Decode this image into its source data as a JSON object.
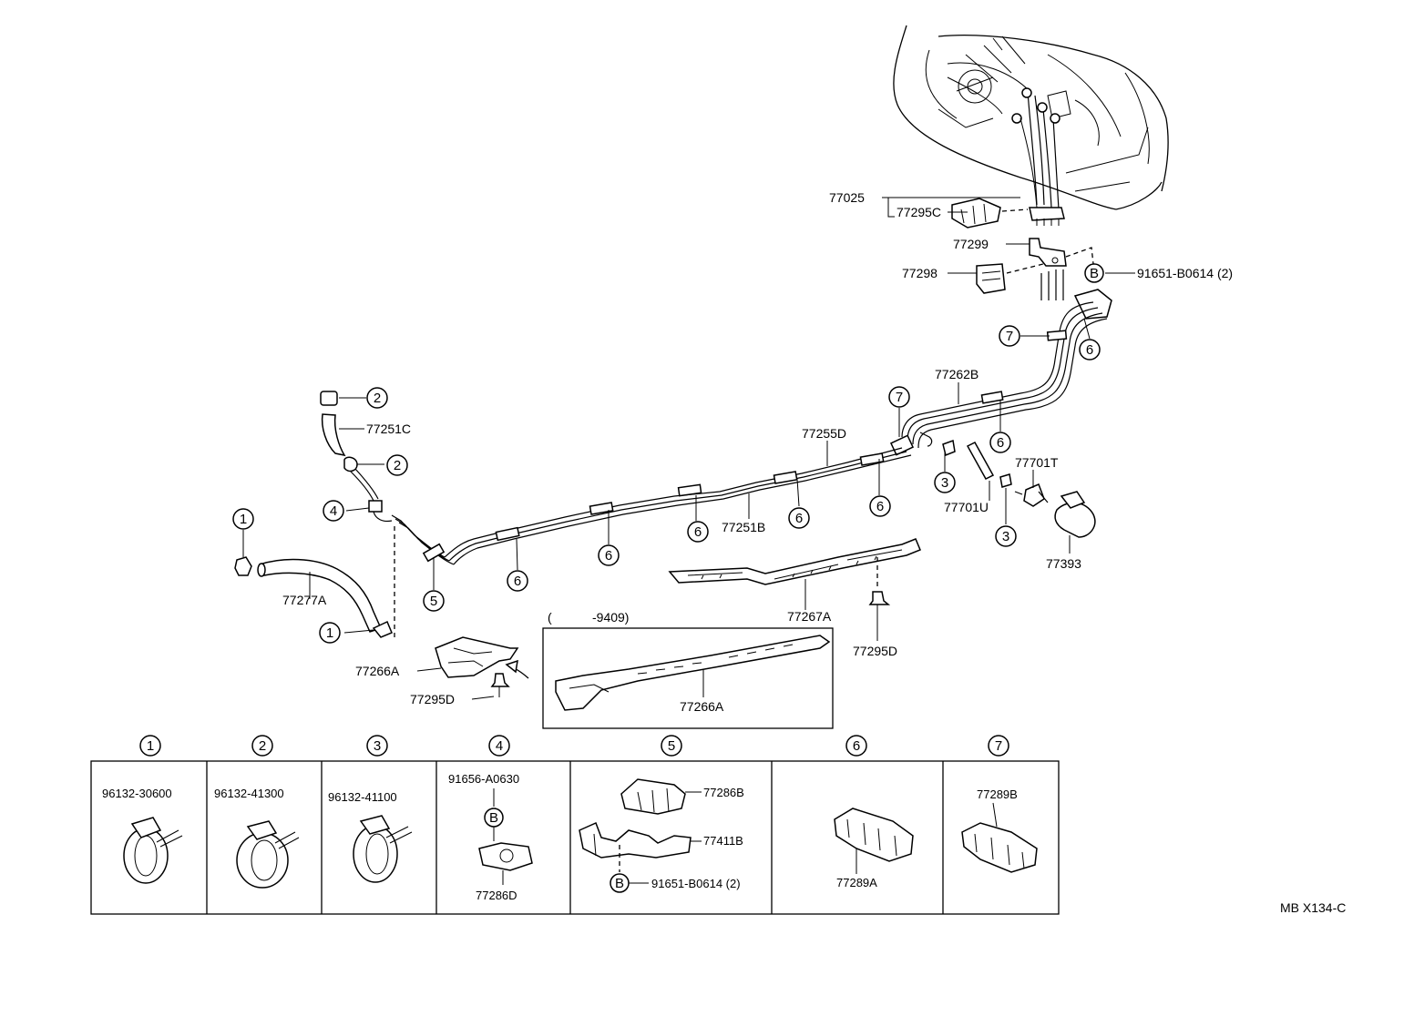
{
  "callouts": {
    "p77025": "77025",
    "p77295C": "77295C",
    "p77299": "77299",
    "p77298": "77298",
    "p91651_B0614_2": "91651-B0614 (2)",
    "p77262B": "77262B",
    "p77255D": "77255D",
    "p77251C": "77251C",
    "p77251B": "77251B",
    "p77701T": "77701T",
    "p77701U": "77701U",
    "p77393": "77393",
    "p77277A": "77277A",
    "p77267A": "77267A",
    "p77295D_a": "77295D",
    "p77266A_a": "77266A",
    "p77295D_b": "77295D",
    "p77266A_b": "77266A",
    "range_open": "(",
    "range_value": "-9409)",
    "code": "MB  X134-C"
  },
  "markers": {
    "m1": "1",
    "m2": "2",
    "m3": "3",
    "m4": "4",
    "m5": "5",
    "m6": "6",
    "m7": "7",
    "mB": "B"
  },
  "legend": [
    {
      "key": "1",
      "parts": [
        "96132-30600"
      ]
    },
    {
      "key": "2",
      "parts": [
        "96132-41300"
      ]
    },
    {
      "key": "3",
      "parts": [
        "96132-41100"
      ]
    },
    {
      "key": "4",
      "parts": [
        "91656-A0630",
        "77286D"
      ]
    },
    {
      "key": "5",
      "parts": [
        "77286B",
        "77411B",
        "91651-B0614 (2)"
      ]
    },
    {
      "key": "6",
      "parts": [
        "77289A"
      ]
    },
    {
      "key": "7",
      "parts": [
        "77289B"
      ]
    }
  ]
}
